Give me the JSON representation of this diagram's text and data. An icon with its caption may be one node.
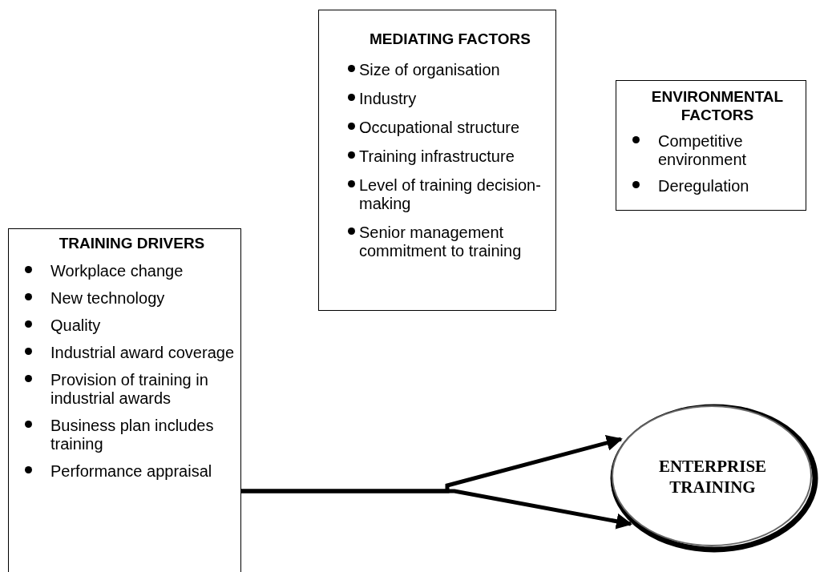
{
  "diagram": {
    "nodes": [
      {
        "text": [
          "MEDIATING FACTORS",
          "Size of organisation",
          "Industry",
          "Occupational structure",
          "Training infrastructure",
          "Level of training decision-making",
          "Senior management commitment to training"
        ]
      },
      {
        "text": [
          "ENVIRONMENTAL FACTORS",
          "Competitive environment",
          "Deregulation"
        ]
      },
      {
        "text": [
          "TRAINING DRIVERS",
          "Workplace change",
          "New technology",
          "Quality",
          "Industrial award coverage",
          "Provision of training in industrial awards",
          "Business plan includes training",
          "Performance appraisal"
        ]
      },
      {
        "text": [
          "ENTERPRISE TRAINING"
        ]
      }
    ],
    "edges": [
      {
        "from": 2,
        "to": 3,
        "arrow": "to"
      },
      {
        "from": 2,
        "to": 3,
        "arrow": "to"
      }
    ]
  }
}
